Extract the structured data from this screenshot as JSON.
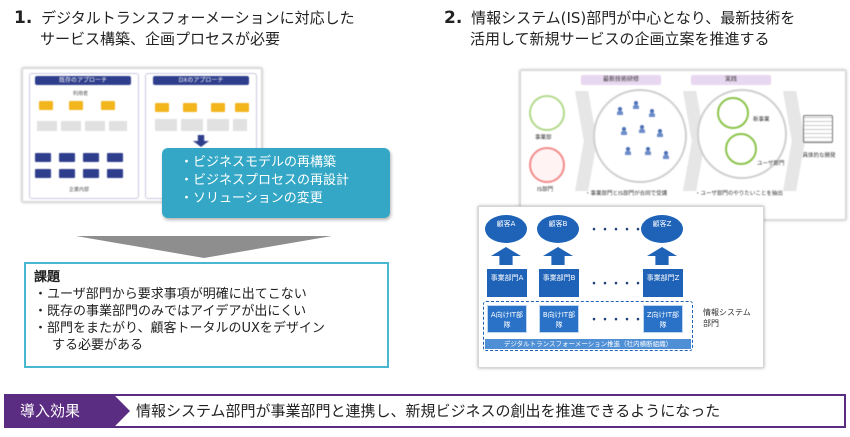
{
  "left": {
    "heading": {
      "num": "1.",
      "line1": "デジタルトランスフォーメーションに対応した",
      "line2": "サービス構築、企画プロセスが必要"
    },
    "diagram": {
      "existing_approach": "既存のアプローチ",
      "dx_approach": "DXのアプローチ",
      "user": "利用者",
      "internal": "企業内部"
    },
    "bubble_items": [
      "・ビジネスモデルの再構築",
      "・ビジネスプロセスの再設計",
      "・ソリューションの変更"
    ],
    "issues": {
      "title": "課題",
      "items": [
        "・ユーザ部門から要求事項が明確に出てこない",
        "・既存の事業部門のみではアイデアが出にくい",
        "・部門をまたがり、顧客トータルのUXをデザイン"
      ],
      "continuation": "する必要がある"
    }
  },
  "right": {
    "heading": {
      "num": "2.",
      "line1": "情報システム(IS)部門が中心となり、最新技術を",
      "line2": "活用して新規サービスの企画立案を推進する"
    },
    "back_diagram": {
      "pill_latest": "最新技術研修",
      "pill_practice": "実践",
      "business_dept": "事業部",
      "is_dept": "IS部門",
      "user_dept": "ユーザ部門",
      "new_business": "新事業",
      "concrete_dev": "具体的な開発",
      "bullet1": "・事業部門とIS部門が合同で受講",
      "bullet2": "・ユーザ部門のやりたいことを抽出"
    },
    "front_diagram": {
      "customers": [
        "顧客A",
        "顧客B",
        "顧客Z"
      ],
      "depts": [
        "事業部門A",
        "事業部門B",
        "事業部門Z"
      ],
      "it_depts": [
        "A向けIT部隊",
        "B向けIT部隊",
        "Z向けIT部隊"
      ],
      "dots": "・・・・・・",
      "is_label": "情報システム部門",
      "dx_bar": "デジタルトランスフォーメーション推進（社内横断組織）"
    }
  },
  "banner": {
    "tag": "導入効果",
    "text": "情報システム部門が事業部門と連携し、新規ビジネスの創出を推進できるようになった"
  },
  "colors": {
    "teal": "#33a7c5",
    "purple": "#5b2d82",
    "blue": "#1e63b8",
    "navy": "#2f3e8c"
  }
}
